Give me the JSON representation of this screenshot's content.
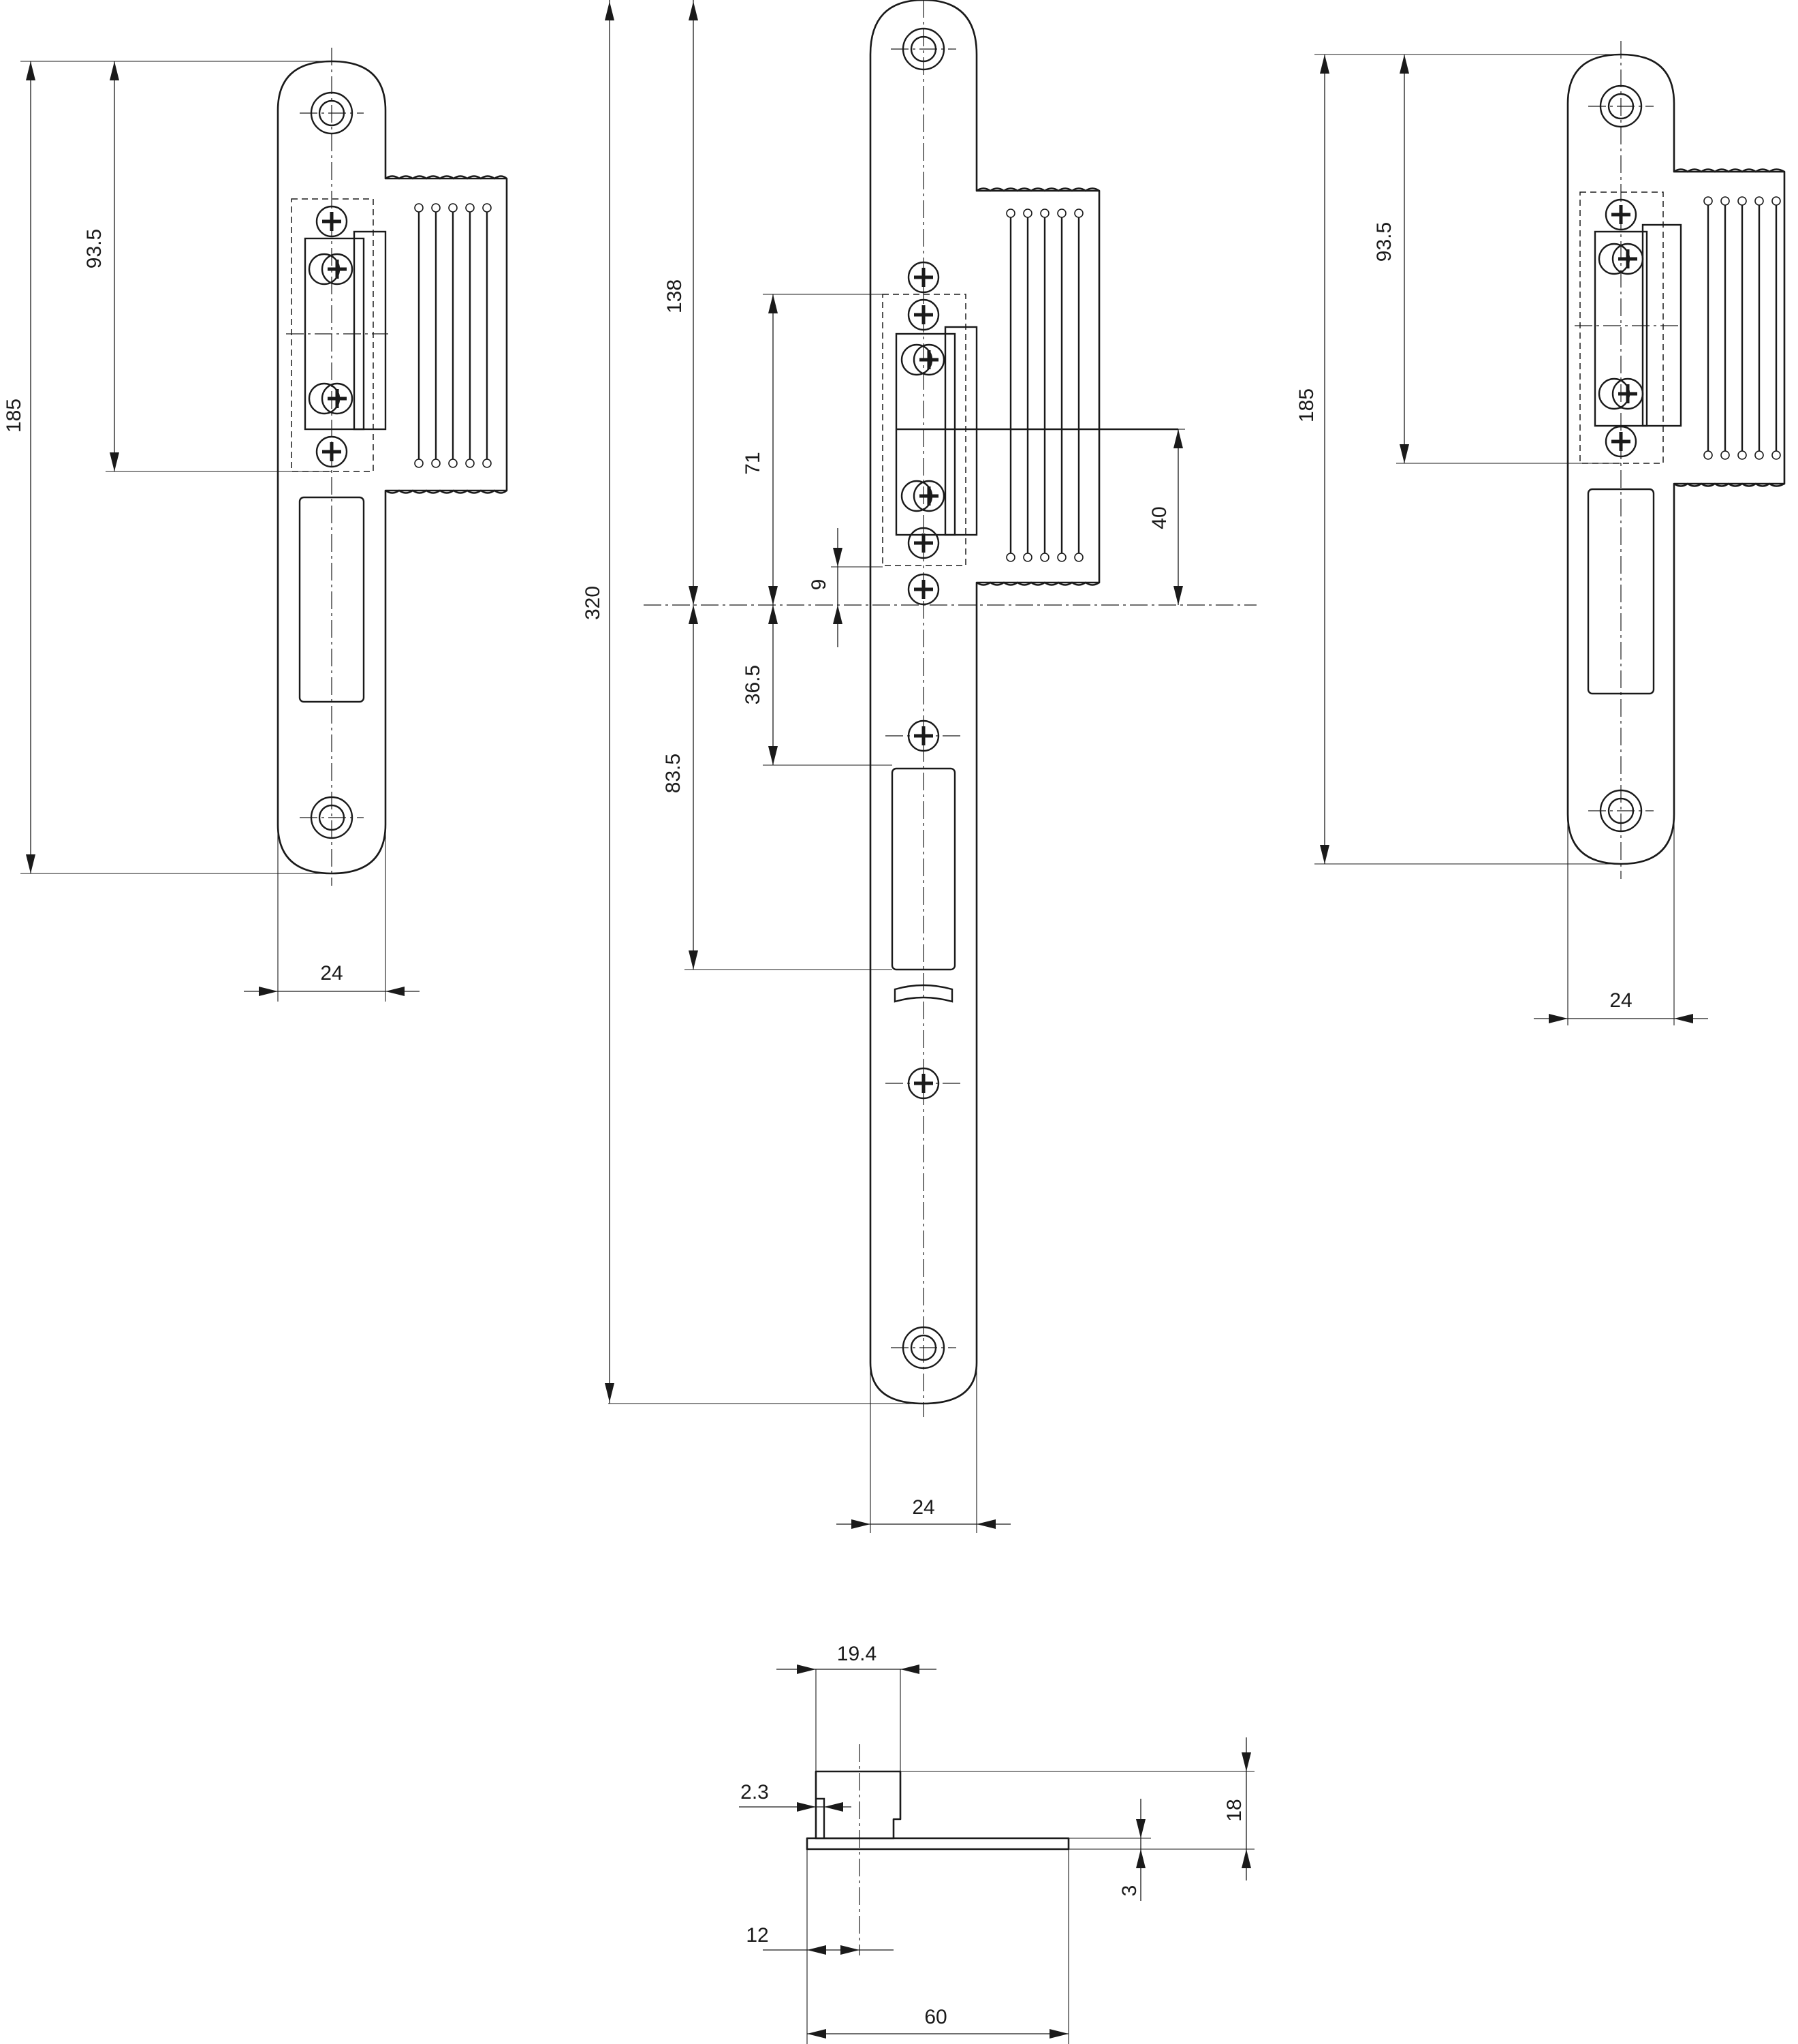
{
  "drawing": {
    "left_view": {
      "dim_total_length": "185",
      "dim_to_striker_bottom": "93.5",
      "dim_width": "24"
    },
    "center_view": {
      "dim_total_length": "320",
      "dim_upper": "138",
      "dim_lower": "83.5",
      "dim_striker_top": "71",
      "dim_latch": "9",
      "dim_below_axis": "36.5",
      "dim_keeper": "40",
      "dim_width": "24"
    },
    "right_view": {
      "dim_total_length": "185",
      "dim_to_striker_bottom": "93.5",
      "dim_width": "24"
    },
    "section_view": {
      "dim_top_width": "19.4",
      "dim_step": "2.3",
      "dim_height": "18",
      "dim_plate_thickness": "3",
      "dim_offset": "12",
      "dim_length": "60"
    }
  }
}
